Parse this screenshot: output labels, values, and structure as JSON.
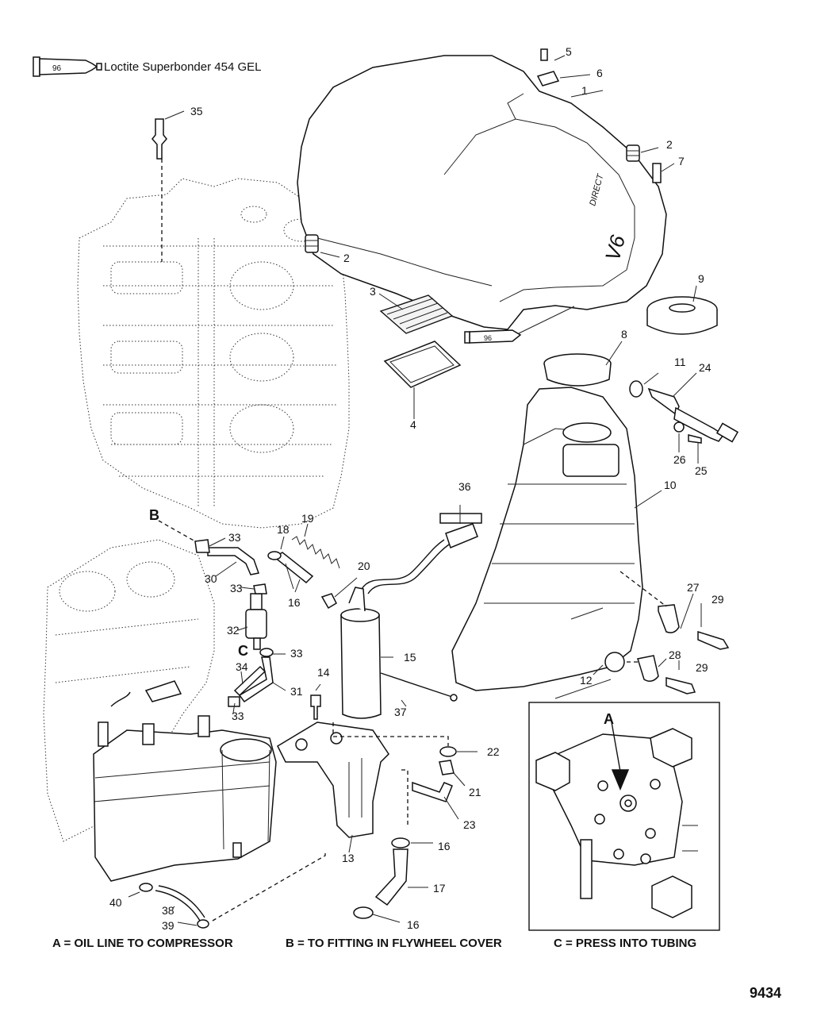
{
  "legend": {
    "tube_code": "96",
    "text": "Loctite Superbonder 454 GEL"
  },
  "callouts": {
    "c1": "1",
    "c2a": "2",
    "c2b": "2",
    "c3": "3",
    "c4": "4",
    "c5": "5",
    "c6": "6",
    "c7": "7",
    "c8": "8",
    "c9": "9",
    "c10": "10",
    "c11": "11",
    "c12": "12",
    "c13": "13",
    "c14": "14",
    "c15": "15",
    "c16a": "16",
    "c16b": "16",
    "c16c": "16",
    "c17": "17",
    "c18": "18",
    "c19": "19",
    "c20": "20",
    "c21": "21",
    "c22": "22",
    "c23": "23",
    "c24": "24",
    "c25": "25",
    "c26": "26",
    "c27": "27",
    "c28": "28",
    "c29a": "29",
    "c29b": "29",
    "c30": "30",
    "c31": "31",
    "c32": "32",
    "c33a": "33",
    "c33b": "33",
    "c33c": "33",
    "c33d": "33",
    "c34": "34",
    "c35": "35",
    "c36": "36",
    "c37": "37",
    "c38": "38",
    "c39": "39",
    "c40": "40",
    "letterB": "B",
    "letterC": "C",
    "letterA": "A",
    "tube2_code": "96",
    "cover_logo_line1": "DIRECT",
    "cover_logo_line2": "V6"
  },
  "captions": {
    "a": "A = OIL LINE TO COMPRESSOR",
    "b": "B = TO FITTING IN FLYWHEEL COVER",
    "c": "C = PRESS INTO TUBING"
  },
  "figure_number": "9434"
}
